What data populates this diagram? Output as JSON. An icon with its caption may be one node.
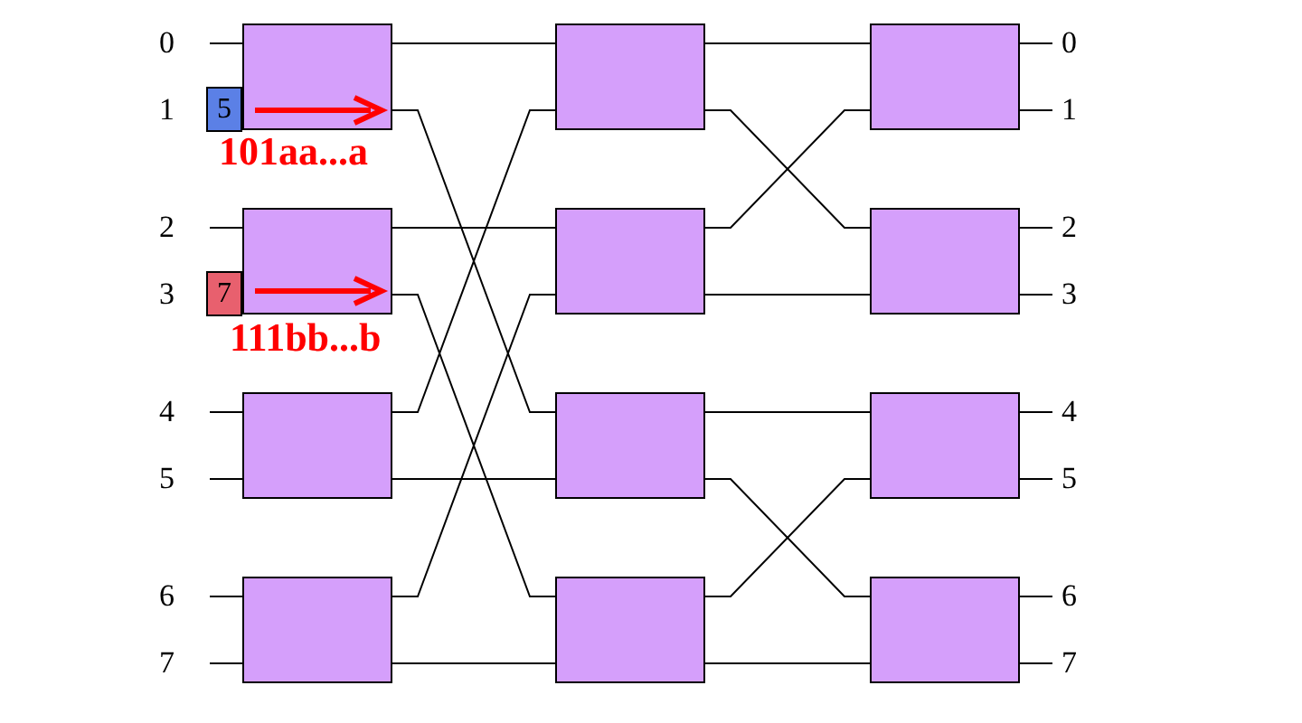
{
  "diagram": {
    "nodes": [
      {
        "text": [],
        "shape": "box"
      },
      {
        "text": [],
        "shape": "box"
      },
      {
        "text": [],
        "shape": "box"
      },
      {
        "text": [],
        "shape": "box"
      },
      {
        "text": [],
        "shape": "box"
      },
      {
        "text": [],
        "shape": "box"
      },
      {
        "text": [],
        "shape": "box"
      },
      {
        "text": [],
        "shape": "box"
      },
      {
        "text": [],
        "shape": "box"
      },
      {
        "text": [],
        "shape": "box"
      },
      {
        "text": [],
        "shape": "box"
      },
      {
        "text": [],
        "shape": "box"
      },
      {
        "text": [
          "5"
        ]
      },
      {
        "text": [
          "7"
        ]
      },
      {
        "text": [
          "0"
        ]
      },
      {
        "text": [
          "1"
        ]
      },
      {
        "text": [
          "2"
        ]
      },
      {
        "text": [
          "3"
        ]
      },
      {
        "text": [
          "4"
        ]
      },
      {
        "text": [
          "5"
        ]
      },
      {
        "text": [
          "6"
        ]
      },
      {
        "text": [
          "7"
        ]
      },
      {
        "text": [
          "0"
        ]
      },
      {
        "text": [
          "1"
        ]
      },
      {
        "text": [
          "2"
        ]
      },
      {
        "text": [
          "3"
        ]
      },
      {
        "text": [
          "4"
        ]
      },
      {
        "text": [
          "5"
        ]
      },
      {
        "text": [
          "6"
        ]
      },
      {
        "text": [
          "7"
        ]
      }
    ],
    "edges": [
      {
        "from": 0,
        "to": 4,
        "arrow": "none"
      },
      {
        "from": 0,
        "to": 6,
        "arrow": "none"
      },
      {
        "from": 1,
        "to": 5,
        "arrow": "none"
      },
      {
        "from": 1,
        "to": 7,
        "arrow": "none"
      },
      {
        "from": 2,
        "to": 4,
        "arrow": "none"
      },
      {
        "from": 2,
        "to": 6,
        "arrow": "none"
      },
      {
        "from": 3,
        "to": 5,
        "arrow": "none"
      },
      {
        "from": 3,
        "to": 7,
        "arrow": "none"
      },
      {
        "from": 4,
        "to": 8,
        "arrow": "none"
      },
      {
        "from": 4,
        "to": 9,
        "arrow": "none"
      },
      {
        "from": 5,
        "to": 8,
        "arrow": "none"
      },
      {
        "from": 5,
        "to": 9,
        "arrow": "none"
      },
      {
        "from": 6,
        "to": 10,
        "arrow": "none"
      },
      {
        "from": 6,
        "to": 11,
        "arrow": "none"
      },
      {
        "from": 7,
        "to": 10,
        "arrow": "none"
      },
      {
        "from": 7,
        "to": 11,
        "arrow": "none"
      },
      {
        "from": 14,
        "to": 0,
        "arrow": "none"
      },
      {
        "from": 16,
        "to": 1,
        "arrow": "none"
      },
      {
        "from": 18,
        "to": 2,
        "arrow": "none"
      },
      {
        "from": 19,
        "to": 2,
        "arrow": "none"
      },
      {
        "from": 20,
        "to": 3,
        "arrow": "none"
      },
      {
        "from": 21,
        "to": 3,
        "arrow": "none"
      },
      {
        "from": 8,
        "to": 22,
        "arrow": "none"
      },
      {
        "from": 8,
        "to": 23,
        "arrow": "none"
      },
      {
        "from": 9,
        "to": 24,
        "arrow": "none"
      },
      {
        "from": 9,
        "to": 25,
        "arrow": "none"
      },
      {
        "from": 10,
        "to": 26,
        "arrow": "none"
      },
      {
        "from": 10,
        "to": 27,
        "arrow": "none"
      },
      {
        "from": 11,
        "to": 28,
        "arrow": "none"
      },
      {
        "from": 11,
        "to": 29,
        "arrow": "none"
      }
    ],
    "labels": [
      "101aa...a",
      "111bb...b"
    ]
  }
}
